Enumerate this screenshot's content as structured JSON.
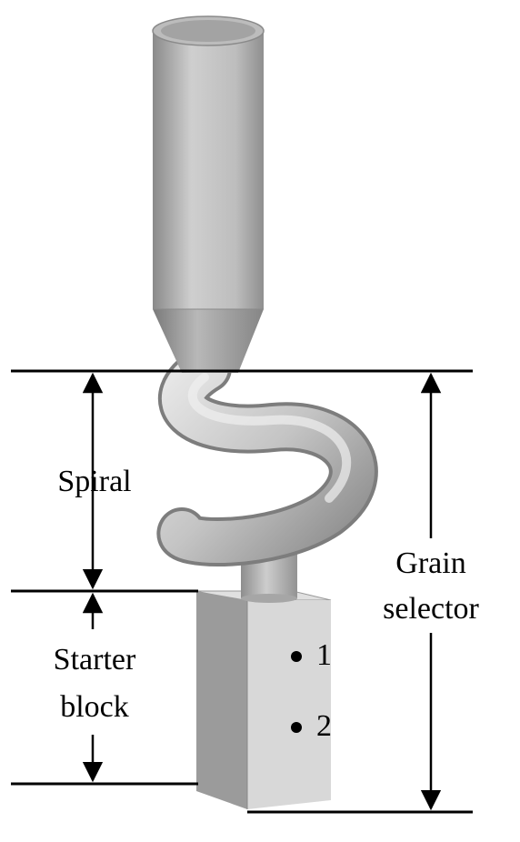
{
  "labels": {
    "spiral": "Spiral",
    "starter_line1": "Starter",
    "starter_line2": "block",
    "grain_line1": "Grain",
    "grain_line2": "selector"
  },
  "points": [
    {
      "label": "1"
    },
    {
      "label": "2"
    }
  ],
  "colors": {
    "line": "#000000",
    "background": "#ffffff",
    "body_light": "#d6d6d6",
    "body_mid": "#bdbdbd",
    "body_dark": "#8e8e8e"
  }
}
